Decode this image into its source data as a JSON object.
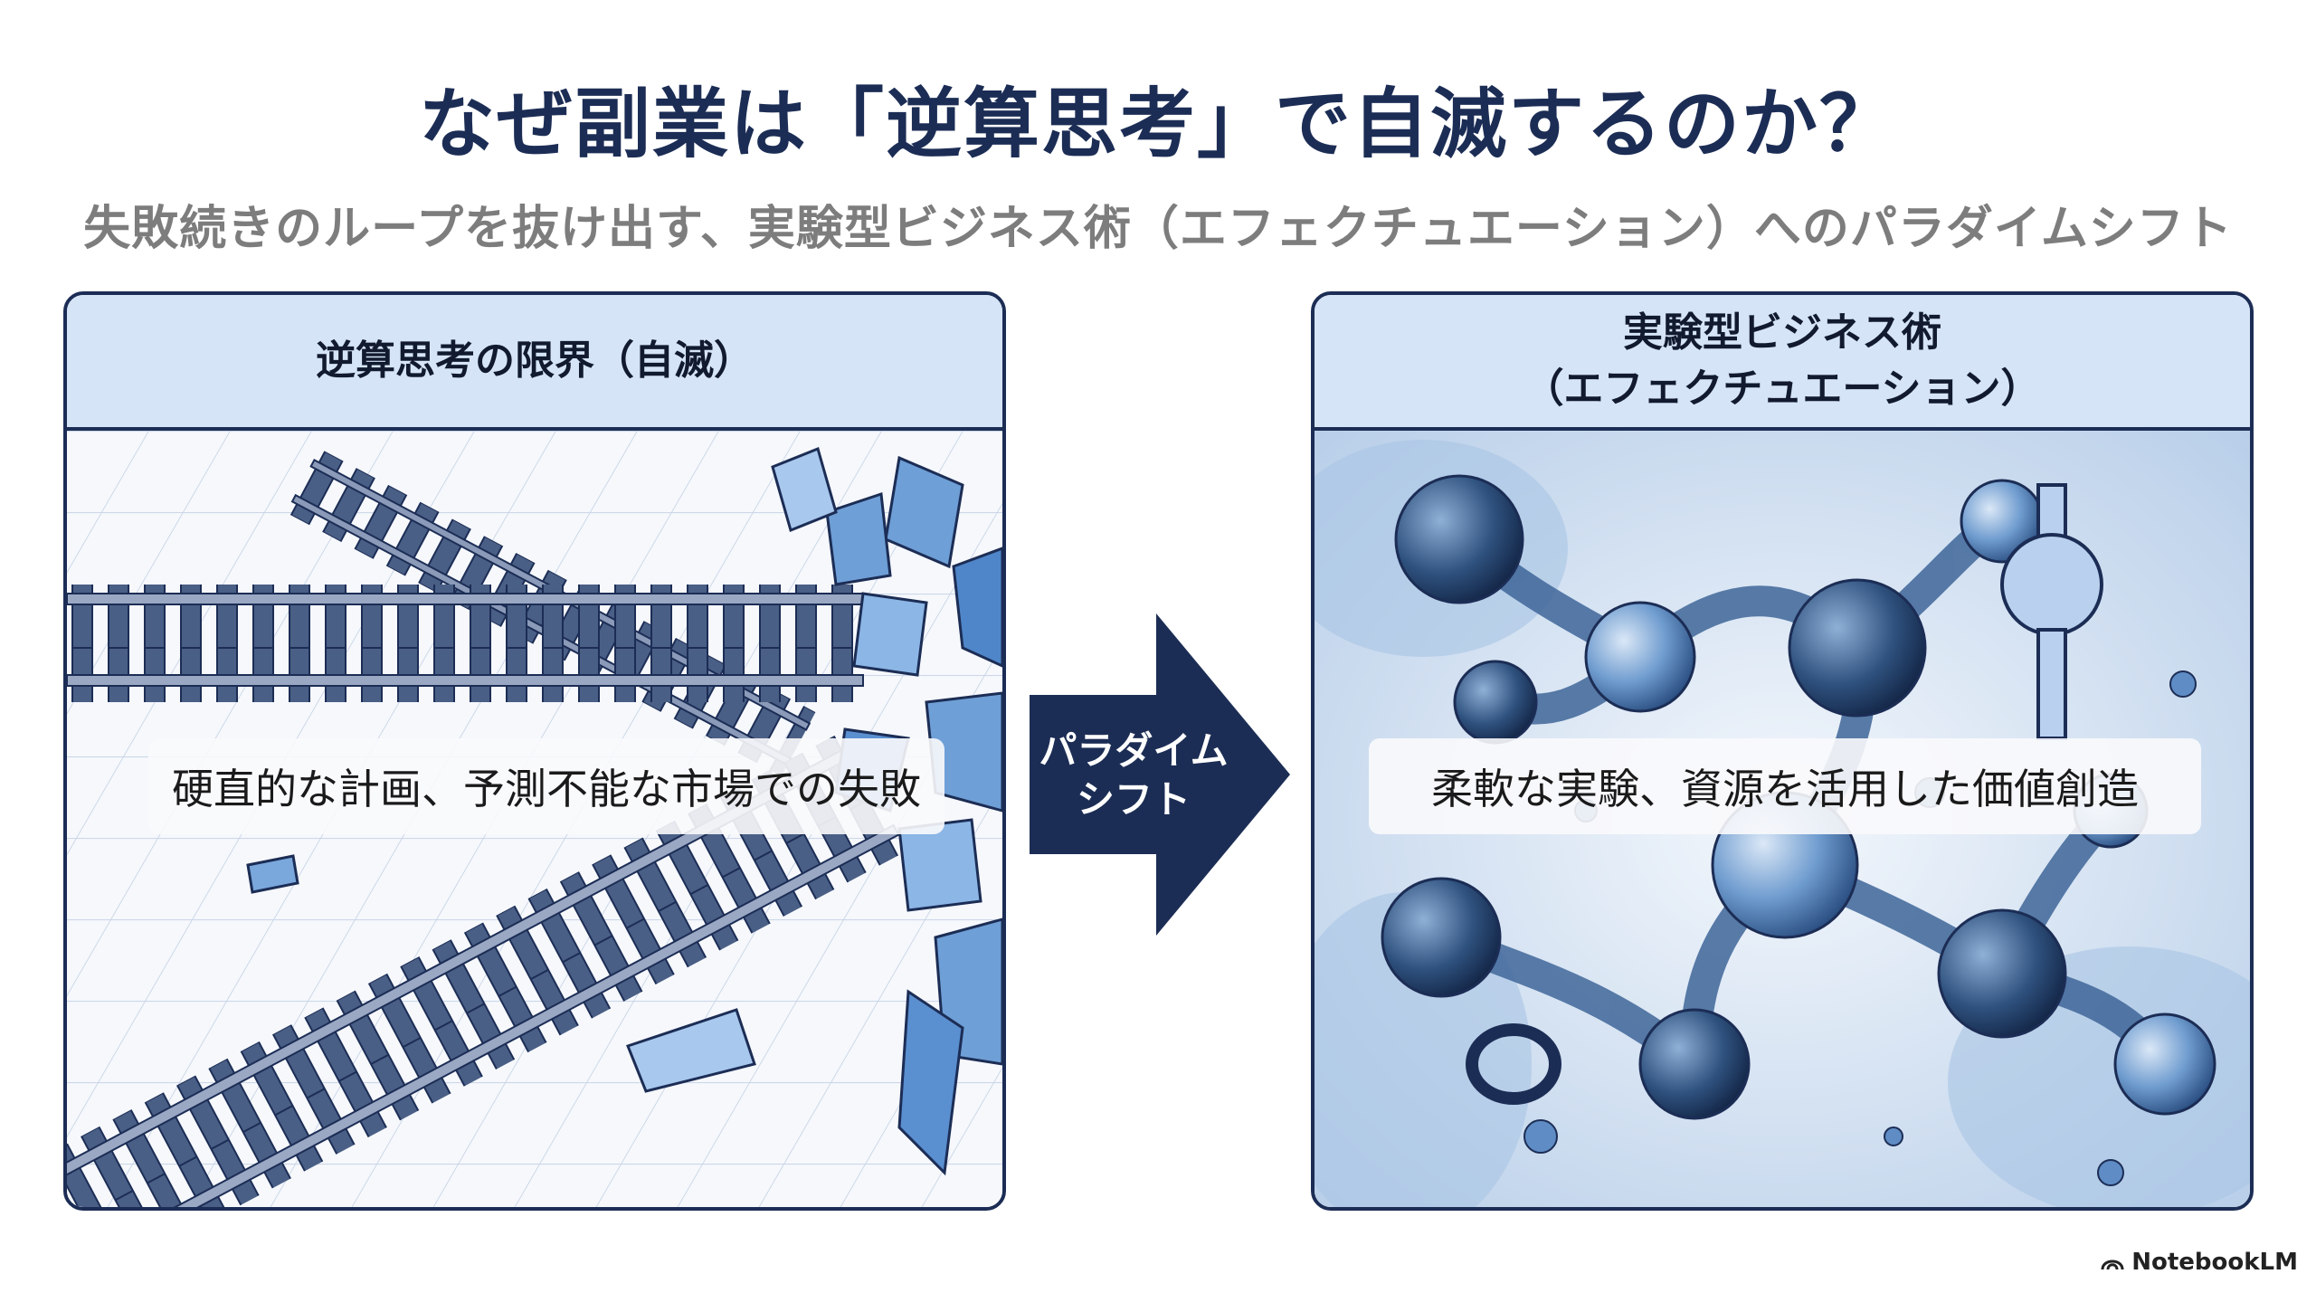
{
  "title": "なぜ副業は「逆算思考」で自滅するのか？",
  "subtitle": "失敗続きのループを抜け出す、実験型ビジネス術（エフェクチュエーション）へのパラダイムシフト",
  "left_panel": {
    "header": "逆算思考の限界（自滅）",
    "caption": "硬直的な計画、予測不能な市場での失敗"
  },
  "right_panel": {
    "header_line1": "実験型ビジネス術",
    "header_line2": "（エフェクチュエーション）",
    "caption": "柔軟な実験、資源を活用した価値創造"
  },
  "arrow": {
    "line1": "パラダイム",
    "line2": "シフト"
  },
  "brand": "NotebookLM",
  "colors": {
    "navy": "#1c2d55",
    "header_bg": "#d6e4f7",
    "subtitle_gray": "#7d7d7d"
  }
}
